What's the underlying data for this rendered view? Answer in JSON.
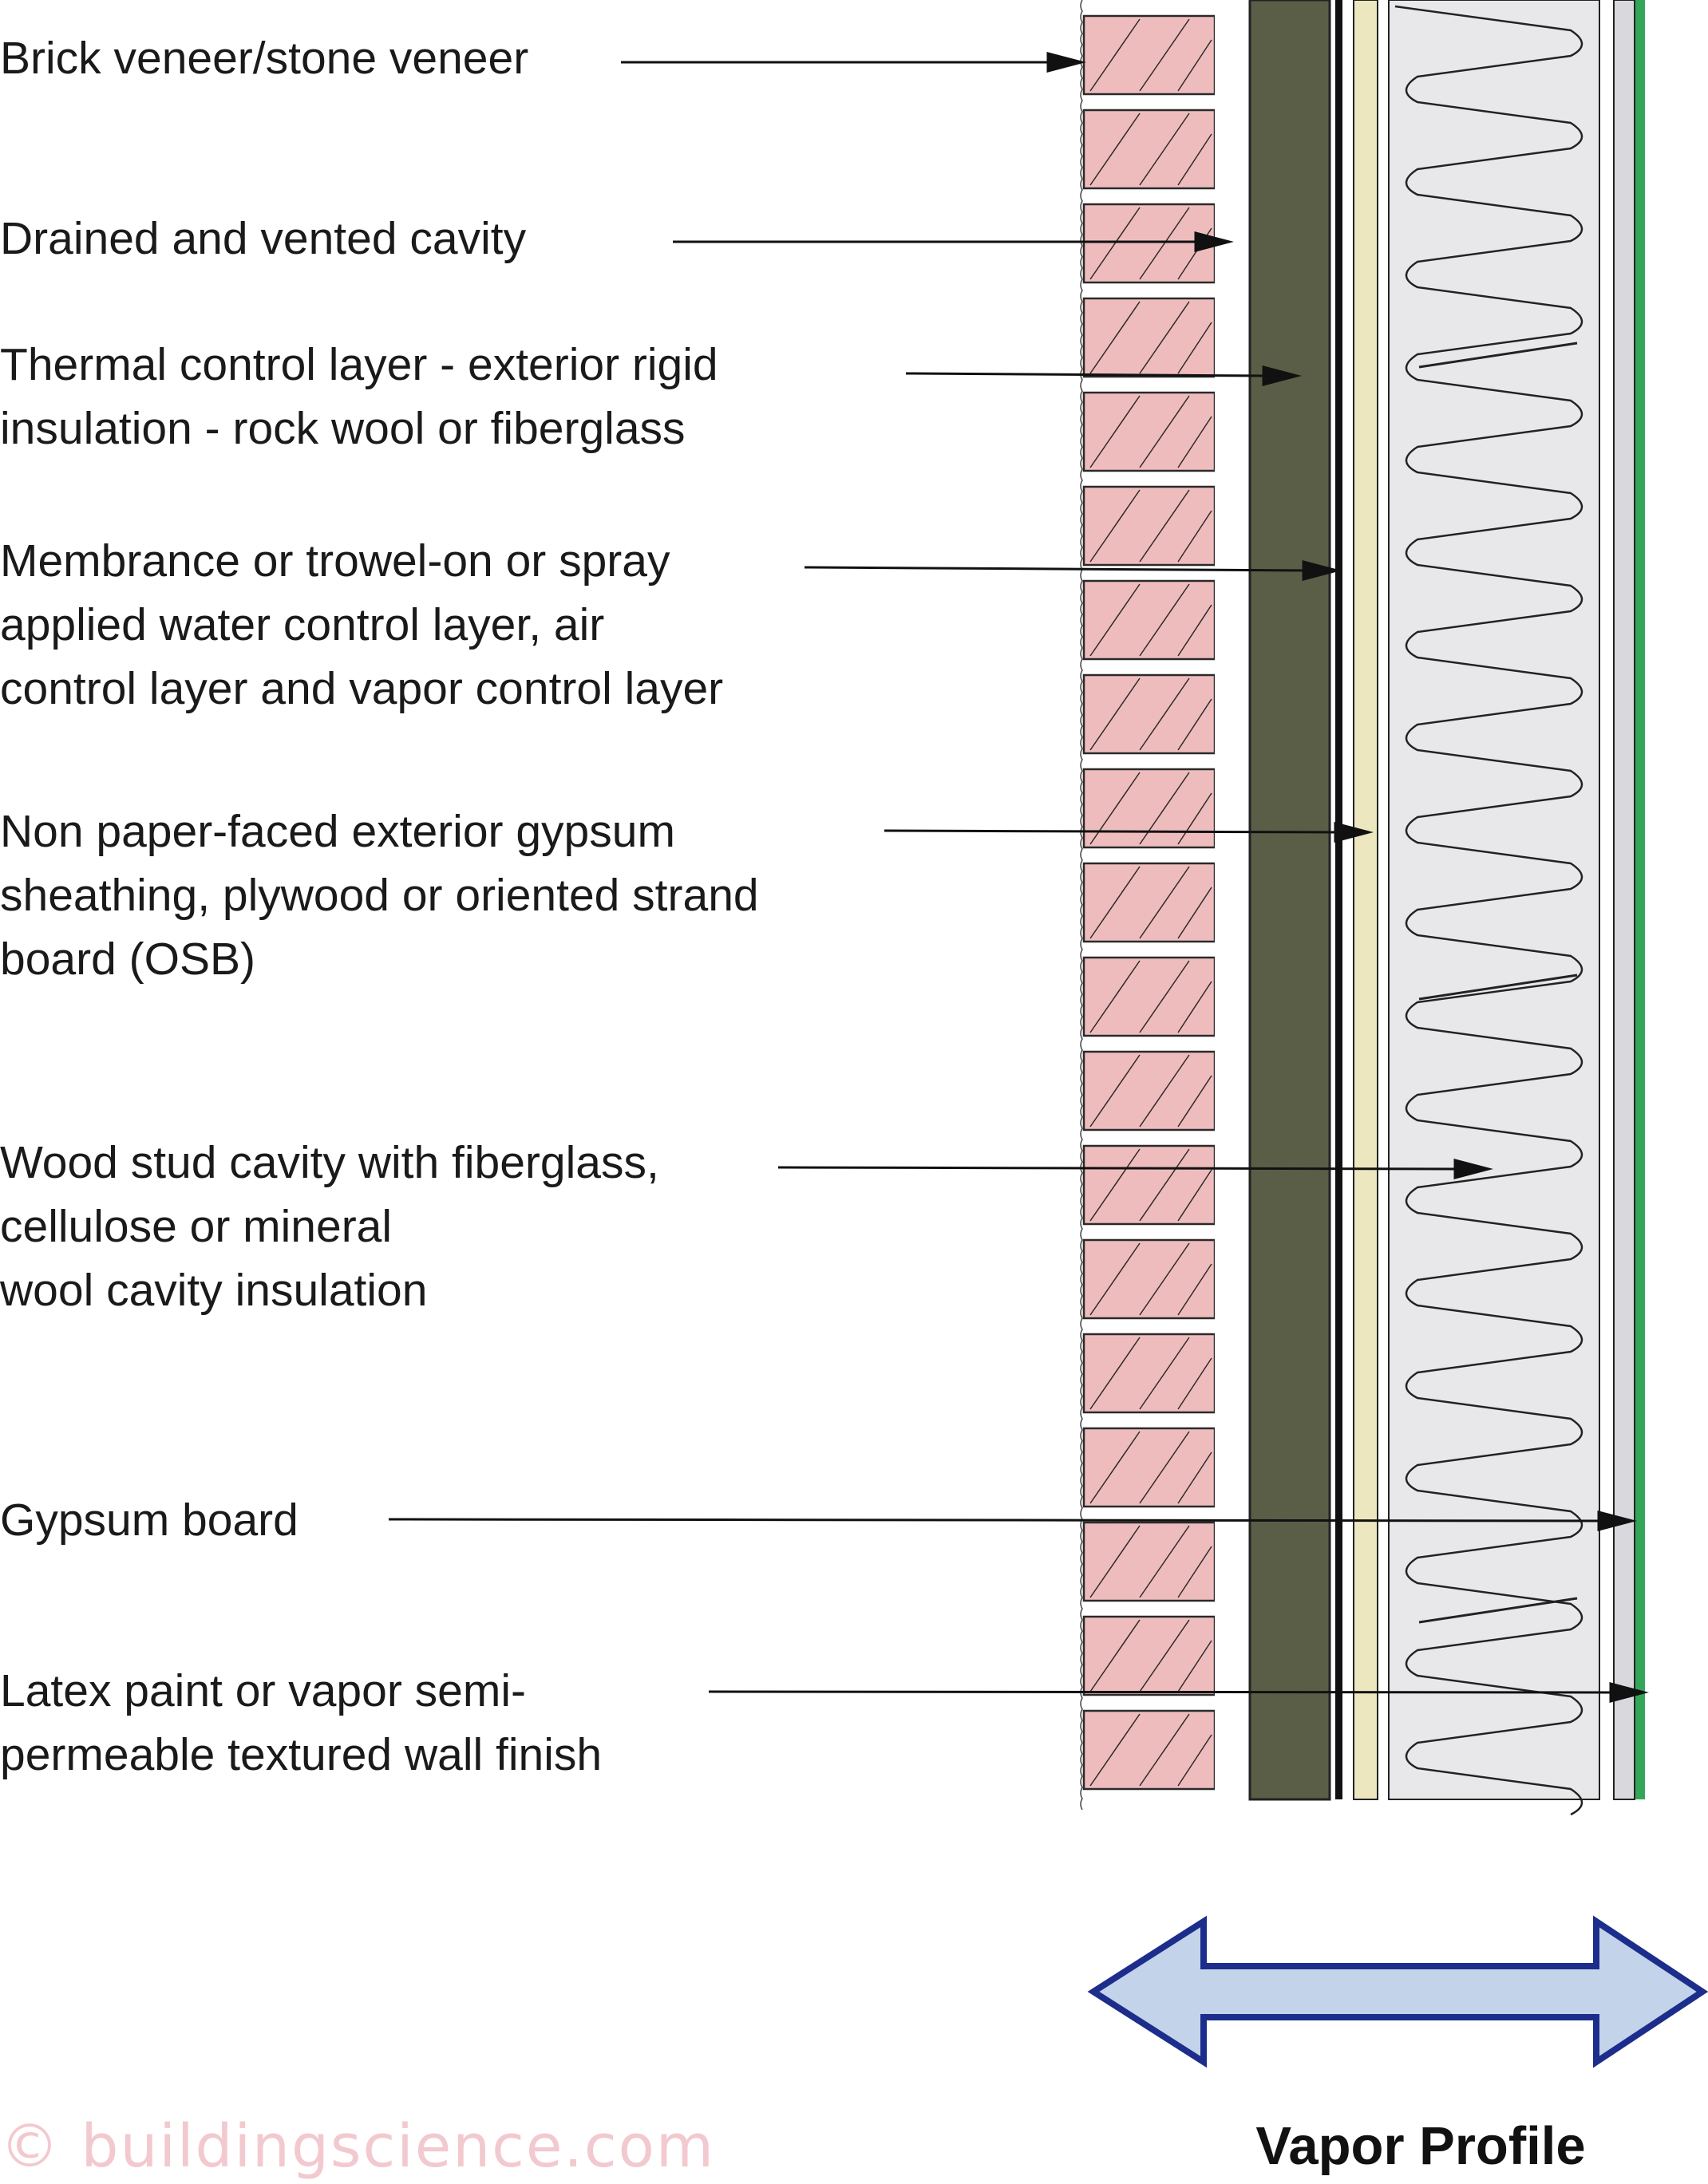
{
  "labels": [
    {
      "key": "brick",
      "lines": [
        "Brick veneer/stone veneer"
      ]
    },
    {
      "key": "cavity",
      "lines": [
        "Drained and vented  cavity"
      ]
    },
    {
      "key": "thermal",
      "lines": [
        "Thermal control layer - exterior rigid",
        "insulation - rock wool or fiberglass"
      ]
    },
    {
      "key": "membrane",
      "lines": [
        "Membrance or trowel-on or spray",
        "applied water control layer, air",
        "control layer and vapor control layer"
      ]
    },
    {
      "key": "sheathing",
      "lines": [
        "Non paper-faced exterior gypsum",
        "sheathing, plywood or oriented strand",
        "board (OSB)"
      ]
    },
    {
      "key": "stud",
      "lines": [
        "Wood stud cavity with fiberglass,",
        "cellulose or mineral",
        "wool cavity insulation"
      ]
    },
    {
      "key": "gypsum",
      "lines": [
        "Gypsum board"
      ]
    },
    {
      "key": "paint",
      "lines": [
        "Latex paint or vapor semi-",
        "permeable textured wall finish"
      ]
    }
  ],
  "vapor_profile_label": "Vapor Profile",
  "watermark": "© buildingscience.com",
  "colors": {
    "brick_fill": "#efbcbd",
    "brick_stroke": "#2a2a2a",
    "rigid_insulation": "#5b5e47",
    "osb_sheathing": "#ece7bf",
    "batt_insulation_bg": "#e8e8eb",
    "gypsum_board": "#d9d9dd",
    "paint_finish": "#35a55a",
    "arrow_fill": "#c3d3ea",
    "arrow_stroke": "#1c2d8c",
    "watermark": "#f2c9cf"
  }
}
